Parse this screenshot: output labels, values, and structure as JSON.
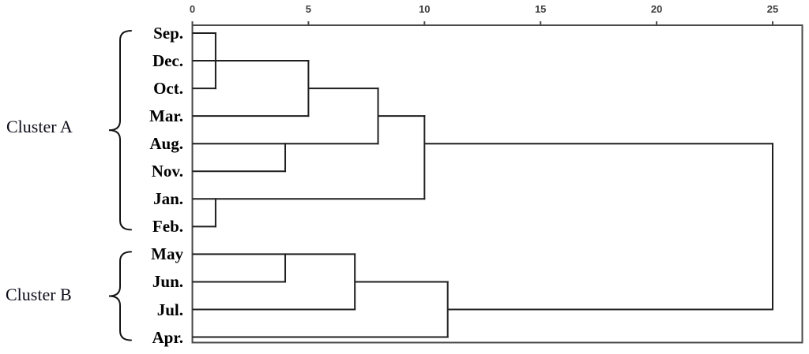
{
  "chart_data": {
    "type": "dendrogram",
    "orientation": "horizontal",
    "title": "",
    "axis": {
      "position": "top",
      "min": 0,
      "max": 25,
      "ticks": [
        0,
        5,
        10,
        15,
        20,
        25
      ]
    },
    "leaves": [
      "Sep.",
      "Dec.",
      "Oct.",
      "Mar.",
      "Aug.",
      "Nov.",
      "Jan.",
      "Feb.",
      "May",
      "Jun.",
      "Jul.",
      "Apr."
    ],
    "clusters": [
      {
        "label": "Cluster A",
        "rows": [
          0,
          7
        ],
        "members": [
          "Sep.",
          "Dec.",
          "Oct.",
          "Mar.",
          "Aug.",
          "Nov.",
          "Jan.",
          "Feb."
        ]
      },
      {
        "label": "Cluster B",
        "rows": [
          8,
          11
        ],
        "members": [
          "May",
          "Jun.",
          "Jul.",
          "Apr."
        ]
      }
    ],
    "linkage": [
      {
        "merge": [
          "Sep.",
          "Dec."
        ],
        "distance": 1
      },
      {
        "merge": [
          "Sep.+Dec.",
          "Oct."
        ],
        "distance": 1
      },
      {
        "merge": [
          "Sep.+Dec.+Oct.",
          "Mar."
        ],
        "distance": 5
      },
      {
        "merge": [
          "Aug.",
          "Nov."
        ],
        "distance": 4
      },
      {
        "merge": [
          "Sep.+Dec.+Oct.+Mar.",
          "Aug.+Nov."
        ],
        "distance": 8
      },
      {
        "merge": [
          "Jan.",
          "Feb."
        ],
        "distance": 1
      },
      {
        "merge": [
          "Sep.+Dec.+Oct.+Mar.+Aug.+Nov.",
          "Jan.+Feb."
        ],
        "distance": 10
      },
      {
        "merge": [
          "May",
          "Jun."
        ],
        "distance": 4
      },
      {
        "merge": [
          "May+Jun.",
          "Jul."
        ],
        "distance": 7
      },
      {
        "merge": [
          "May+Jun.+Jul.",
          "Apr."
        ],
        "distance": 11
      },
      {
        "merge": [
          "Cluster A",
          "Cluster B"
        ],
        "distance": 25
      }
    ],
    "segments": {
      "horizontal": [
        [
          0,
          0,
          1
        ],
        [
          1,
          0,
          5
        ],
        [
          2,
          0,
          1
        ],
        [
          3,
          0,
          5
        ],
        [
          2,
          5,
          8
        ],
        [
          4,
          0,
          8
        ],
        [
          5,
          0,
          4
        ],
        [
          3,
          8,
          10
        ],
        [
          6,
          0,
          10
        ],
        [
          7,
          0,
          1
        ],
        [
          4,
          10,
          25
        ],
        [
          8,
          0,
          7
        ],
        [
          9,
          0,
          4
        ],
        [
          9,
          7,
          11
        ],
        [
          10,
          0,
          7
        ],
        [
          10,
          11,
          25
        ],
        [
          11,
          0,
          11
        ]
      ],
      "vertical": [
        [
          1,
          0,
          2
        ],
        [
          5,
          1,
          3
        ],
        [
          8,
          2,
          4
        ],
        [
          4,
          4,
          5
        ],
        [
          10,
          3,
          6
        ],
        [
          1,
          6,
          7
        ],
        [
          25,
          4,
          10
        ],
        [
          4,
          8,
          9
        ],
        [
          7,
          8,
          10
        ],
        [
          11,
          9,
          11
        ]
      ]
    },
    "colors": {
      "background": "#ffffff",
      "dendrogram_line": "#1f1f1f",
      "frame_line": "#4a4a4a",
      "leaf_label_text": "#000000",
      "tick_label_text": "#3d3d3d",
      "cluster_label_text": "#0d0d1a"
    },
    "grid": false,
    "legend": false
  }
}
